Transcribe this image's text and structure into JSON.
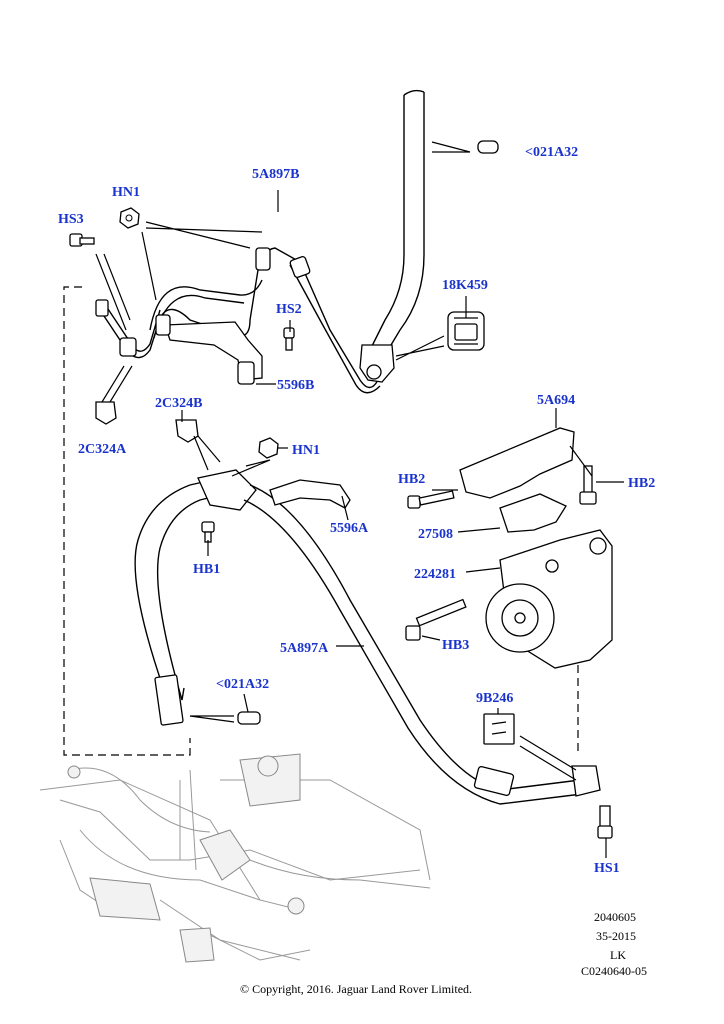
{
  "labels": {
    "a021_top": "<021A32",
    "b5a897": "5A897B",
    "hn1_top": "HN1",
    "hs3": "HS3",
    "k18459": "18K459",
    "hs2": "HS2",
    "c5596b": "5596B",
    "c2c324b": "2C324B",
    "c2c324a": "2C324A",
    "hn1_mid": "HN1",
    "c5a694": "5A694",
    "hb2_left": "HB2",
    "hb2_right": "HB2",
    "c5596a": "5596A",
    "c27508": "27508",
    "hb1": "HB1",
    "c224281": "224281",
    "c5a897a": "5A897A",
    "hb3": "HB3",
    "a021_low": "<021A32",
    "c9b246": "9B246",
    "hs1": "HS1"
  },
  "meta": {
    "line1": "2040605",
    "line2": "35-2015",
    "line3": "LK",
    "line4": "C0240640-05",
    "copyright": "© Copyright, 2016. Jaguar Land Rover Limited."
  }
}
